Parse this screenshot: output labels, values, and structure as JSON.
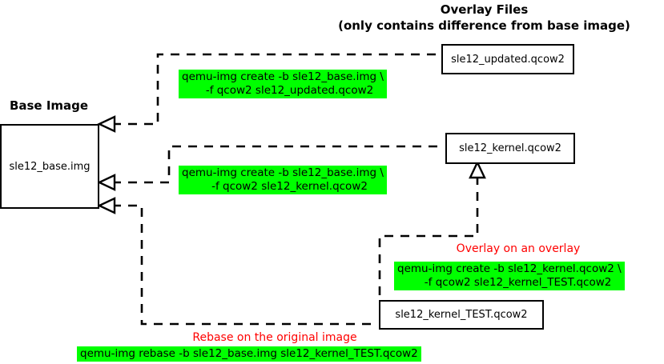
{
  "diagram": {
    "headings": {
      "overlay_title_line1": "Overlay Files",
      "overlay_title_line2": "(only contains difference from base image)",
      "base_title": "Base Image"
    },
    "boxes": {
      "base": "sle12_base.img",
      "updated": "sle12_updated.qcow2",
      "kernel": "sle12_kernel.qcow2",
      "kernel_test": "sle12_kernel_TEST.qcow2"
    },
    "commands": {
      "create_updated": "qemu-img create -b sle12_base.img \\\n    -f qcow2 sle12_updated.qcow2",
      "create_kernel": "qemu-img create -b sle12_base.img \\\n    -f qcow2 sle12_kernel.qcow2",
      "create_kernel_test": "qemu-img create -b sle12_kernel.qcow2 \\\n     -f qcow2 sle12_kernel_TEST.qcow2",
      "rebase": "qemu-img rebase -b sle12_base.img sle12_kernel_TEST.qcow2"
    },
    "notes": {
      "overlay_on_overlay": "Overlay on an overlay",
      "rebase_on_original": "Rebase on the original image"
    },
    "colors": {
      "highlight": "#00ff00",
      "note": "#ff0000",
      "stroke": "#000000",
      "background": "#ffffff"
    }
  }
}
